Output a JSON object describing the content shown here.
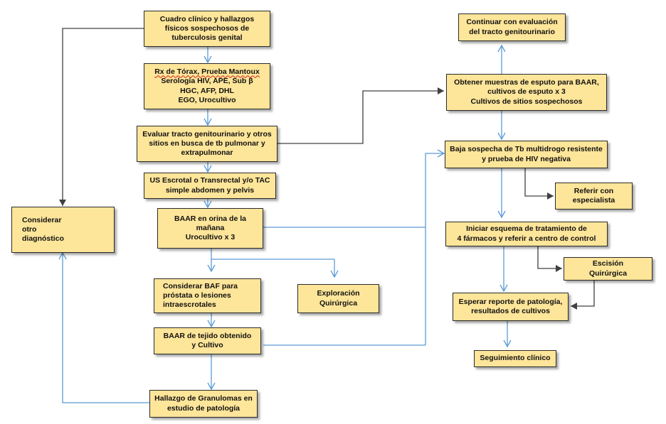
{
  "colors": {
    "box_fill": "#fde599",
    "box_border": "#2b2b2b",
    "arrow_primary": "#5b9bd5",
    "arrow_secondary": "#404040"
  },
  "nodes": {
    "clinical": "Cuadro clínico y hallazgos\nfísicos sospechosos de\ntuberculosis genital",
    "tests_line1": "Rx de Tórax, Prueba Mantoux",
    "tests_line2": "Serología HIV, APE, Sub β",
    "tests_line3": "HGC, AFP, DHL",
    "tests_line4": "EGO, Urocultivo",
    "evaluate": "Evaluar tracto genitourinario y otros\nsitios en busca de tb pulmonar y\nextrapulmonar",
    "imaging": "US Escrotal o Transrectal y/o TAC\nsimple abdomen y pelvis",
    "urine_baar": "BAAR en orina de la\nmañana\nUrocultivo x 3",
    "consider_other": "Considerar\notro\ndiagnóstico",
    "baf": "Considerar BAF para\npróstata o lesiones\nintraescrotales",
    "exploration": "Exploración\nQuirúrgica",
    "tissue_baar": "BAAR de tejido obtenido\ny Cultivo",
    "granulomas": "Hallazgo de Granulomas en\nestudio de patología",
    "continue_eval": "Continuar con evaluación\ndel tracto genitourinario",
    "sputum": "Obtener muestras de esputo para BAAR,\ncultivos de esputo x 3\nCultivos de sitios sospechosos",
    "low_suspicion": "Baja sospecha de Tb multidrogo resistente\ny prueba de HIV negativa",
    "refer": "Referir con\nespecialista",
    "treatment": "Iniciar esquema de tratamiento  de\n4 fármacos y referir a centro de control",
    "excision": "Escisión\nQuirúrgica",
    "await_report": "Esperar reporte de patología,\nresultados de cultivos",
    "followup": "Seguimiento clínico"
  }
}
